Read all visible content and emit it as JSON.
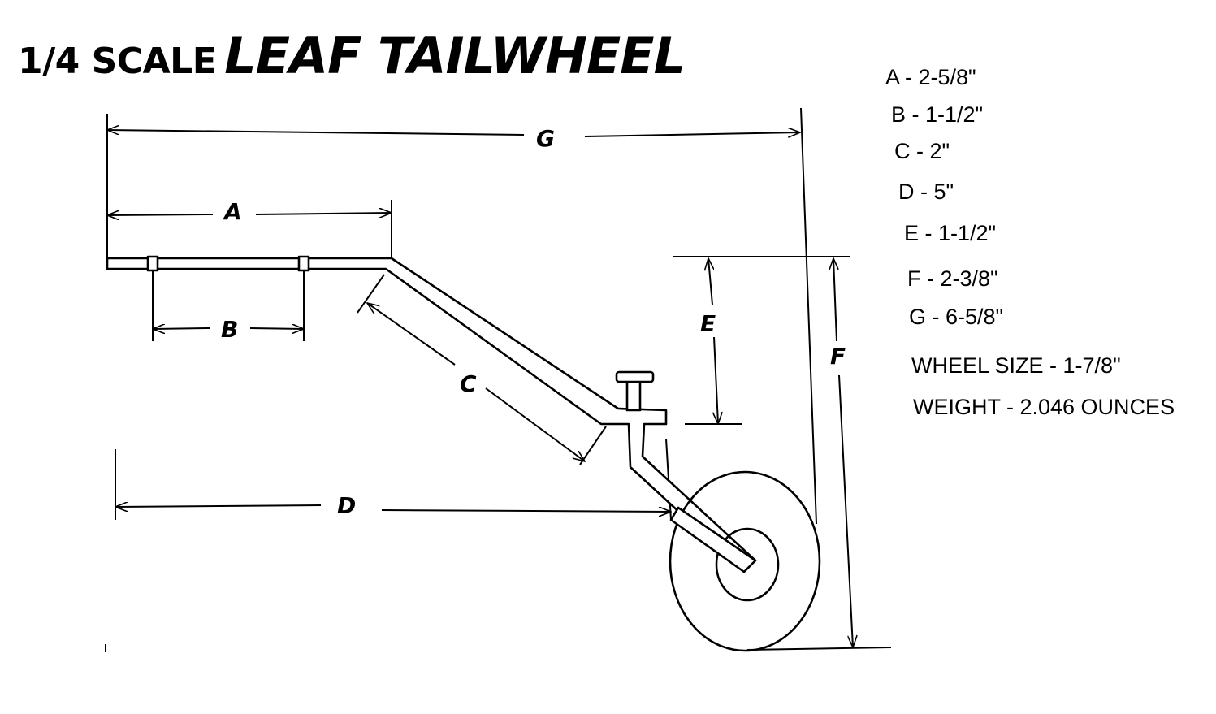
{
  "title": {
    "scale": "1/4 SCALE",
    "name": "LEAF TAILWHEEL"
  },
  "dimension_labels": {
    "a": "A",
    "b": "B",
    "c": "C",
    "d": "D",
    "e": "E",
    "f": "F",
    "g": "G"
  },
  "specs": {
    "a": "A - 2-5/8\"",
    "b": "B - 1-1/2\"",
    "c": "C - 2\"",
    "d": "D - 5\"",
    "e": "E - 1-1/2\"",
    "f": "F - 2-3/8\"",
    "g": "G - 6-5/8\"",
    "wheel_size": "WHEEL SIZE - 1-7/8\"",
    "weight": "WEIGHT - 2.046 OUNCES"
  },
  "colors": {
    "ink": "#000000",
    "background": "#ffffff"
  }
}
